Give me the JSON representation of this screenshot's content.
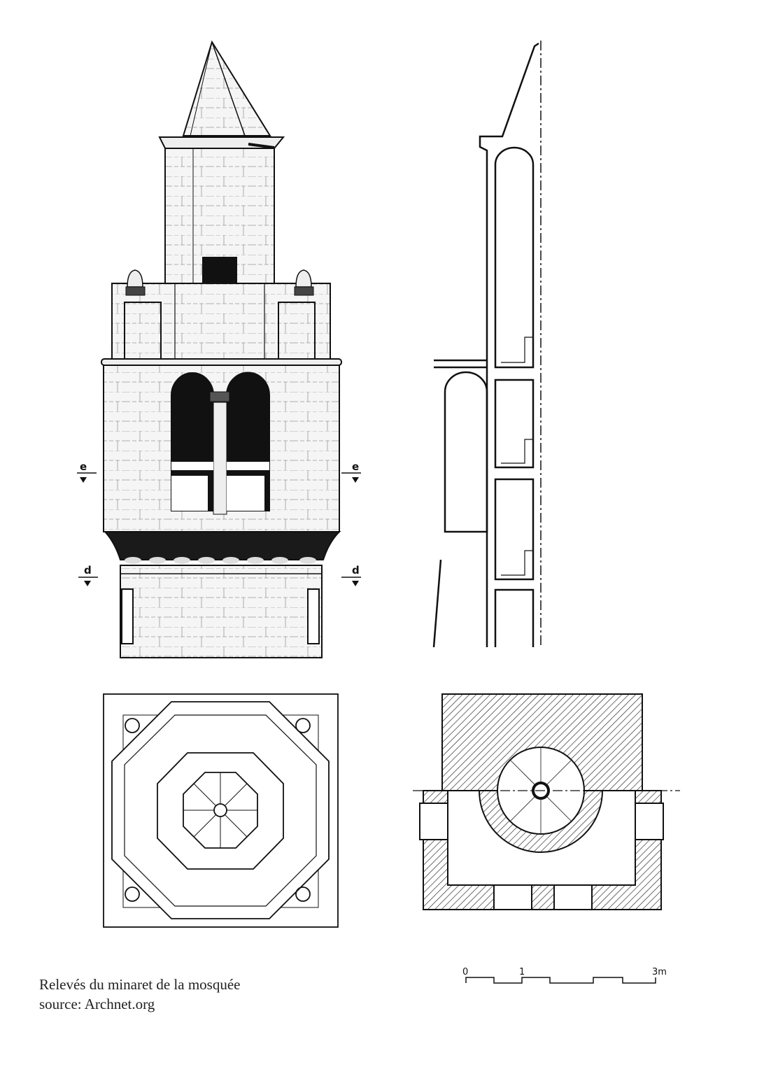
{
  "caption": {
    "title": "Relevés du minaret de la mosquée",
    "source": "source: Archnet.org"
  },
  "section_markers": {
    "e": "e",
    "d": "d"
  },
  "scale_bar": {
    "start": "0",
    "mid": "1",
    "end": "3m"
  },
  "colors": {
    "ink": "#111111",
    "paper": "#ffffff",
    "stone": "#f4f4f4"
  }
}
